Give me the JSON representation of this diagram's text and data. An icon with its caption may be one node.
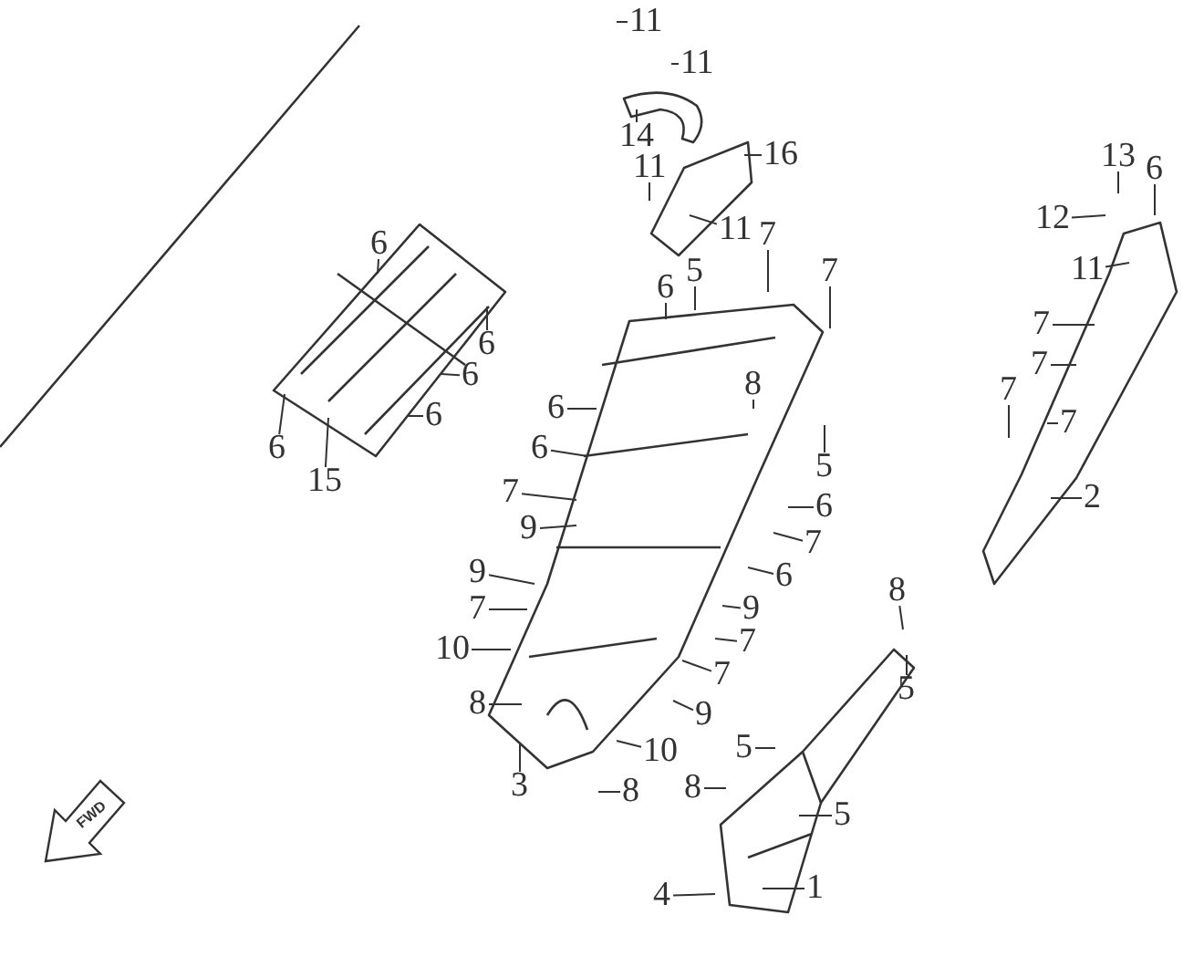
{
  "diagram": {
    "nodes": [
      {
        "text": [
          "11"
        ]
      },
      {
        "text": [
          "11"
        ]
      },
      {
        "text": [
          "14"
        ]
      },
      {
        "text": [
          "16"
        ]
      },
      {
        "text": [
          "11"
        ]
      },
      {
        "text": [
          "13"
        ]
      },
      {
        "text": [
          "6"
        ]
      },
      {
        "text": [
          "12"
        ]
      },
      {
        "text": [
          "11"
        ]
      },
      {
        "text": [
          "6"
        ]
      },
      {
        "text": [
          "11"
        ]
      },
      {
        "text": [
          "7"
        ]
      },
      {
        "text": [
          "5"
        ]
      },
      {
        "text": [
          "7"
        ]
      },
      {
        "text": [
          "6"
        ]
      },
      {
        "text": [
          "7"
        ]
      },
      {
        "text": [
          "6"
        ]
      },
      {
        "text": [
          "6"
        ]
      },
      {
        "text": [
          "7"
        ]
      },
      {
        "text": [
          "7"
        ]
      },
      {
        "text": [
          "8"
        ]
      },
      {
        "text": [
          "6"
        ]
      },
      {
        "text": [
          "7"
        ]
      },
      {
        "text": [
          "6"
        ]
      },
      {
        "text": [
          "6"
        ]
      },
      {
        "text": [
          "6"
        ]
      },
      {
        "text": [
          "15"
        ]
      },
      {
        "text": [
          "5"
        ]
      },
      {
        "text": [
          "7"
        ]
      },
      {
        "text": [
          "2"
        ]
      },
      {
        "text": [
          "9"
        ]
      },
      {
        "text": [
          "6"
        ]
      },
      {
        "text": [
          "7"
        ]
      },
      {
        "text": [
          "6"
        ]
      },
      {
        "text": [
          "9"
        ]
      },
      {
        "text": [
          "9"
        ]
      },
      {
        "text": [
          "7"
        ]
      },
      {
        "text": [
          "8"
        ]
      },
      {
        "text": [
          "7"
        ]
      },
      {
        "text": [
          "10"
        ]
      },
      {
        "text": [
          "7"
        ]
      },
      {
        "text": [
          "8"
        ]
      },
      {
        "text": [
          "9"
        ]
      },
      {
        "text": [
          "5"
        ]
      },
      {
        "text": [
          "10"
        ]
      },
      {
        "text": [
          "8"
        ]
      },
      {
        "text": [
          "3"
        ]
      },
      {
        "text": [
          "5"
        ]
      },
      {
        "text": [
          "8"
        ]
      },
      {
        "text": [
          "5"
        ]
      },
      {
        "text": [
          "1"
        ]
      },
      {
        "text": [
          "4"
        ]
      }
    ],
    "edges": [
      {
        "from": 0,
        "to": null,
        "arrow": "none"
      },
      {
        "from": 1,
        "to": null,
        "arrow": "none"
      },
      {
        "from": 2,
        "to": null,
        "arrow": "none"
      },
      {
        "from": 3,
        "to": null,
        "arrow": "none"
      },
      {
        "from": 4,
        "to": null,
        "arrow": "none"
      },
      {
        "from": 5,
        "to": null,
        "arrow": "none"
      },
      {
        "from": 6,
        "to": null,
        "arrow": "none"
      },
      {
        "from": 7,
        "to": null,
        "arrow": "none"
      },
      {
        "from": 8,
        "to": null,
        "arrow": "none"
      },
      {
        "from": 9,
        "to": null,
        "arrow": "none"
      },
      {
        "from": 10,
        "to": null,
        "arrow": "none"
      },
      {
        "from": 11,
        "to": null,
        "arrow": "none"
      },
      {
        "from": 12,
        "to": null,
        "arrow": "none"
      },
      {
        "from": 13,
        "to": null,
        "arrow": "none"
      },
      {
        "from": 14,
        "to": null,
        "arrow": "none"
      },
      {
        "from": 15,
        "to": null,
        "arrow": "none"
      },
      {
        "from": 16,
        "to": null,
        "arrow": "none"
      },
      {
        "from": 17,
        "to": null,
        "arrow": "none"
      },
      {
        "from": 18,
        "to": null,
        "arrow": "none"
      },
      {
        "from": 19,
        "to": null,
        "arrow": "none"
      },
      {
        "from": 20,
        "to": null,
        "arrow": "none"
      },
      {
        "from": 21,
        "to": null,
        "arrow": "none"
      },
      {
        "from": 22,
        "to": null,
        "arrow": "none"
      },
      {
        "from": 23,
        "to": null,
        "arrow": "none"
      },
      {
        "from": 24,
        "to": null,
        "arrow": "none"
      },
      {
        "from": 25,
        "to": null,
        "arrow": "none"
      },
      {
        "from": 26,
        "to": null,
        "arrow": "none"
      },
      {
        "from": 27,
        "to": null,
        "arrow": "none"
      },
      {
        "from": 28,
        "to": null,
        "arrow": "none"
      },
      {
        "from": 29,
        "to": null,
        "arrow": "none"
      },
      {
        "from": 30,
        "to": null,
        "arrow": "none"
      },
      {
        "from": 31,
        "to": null,
        "arrow": "none"
      },
      {
        "from": 32,
        "to": null,
        "arrow": "none"
      },
      {
        "from": 33,
        "to": null,
        "arrow": "none"
      },
      {
        "from": 34,
        "to": null,
        "arrow": "none"
      },
      {
        "from": 35,
        "to": null,
        "arrow": "none"
      },
      {
        "from": 36,
        "to": null,
        "arrow": "none"
      },
      {
        "from": 37,
        "to": null,
        "arrow": "none"
      },
      {
        "from": 38,
        "to": null,
        "arrow": "none"
      },
      {
        "from": 39,
        "to": null,
        "arrow": "none"
      },
      {
        "from": 40,
        "to": null,
        "arrow": "none"
      },
      {
        "from": 41,
        "to": null,
        "arrow": "none"
      },
      {
        "from": 42,
        "to": null,
        "arrow": "none"
      },
      {
        "from": 43,
        "to": null,
        "arrow": "none"
      },
      {
        "from": 44,
        "to": null,
        "arrow": "none"
      },
      {
        "from": 45,
        "to": null,
        "arrow": "none"
      },
      {
        "from": 46,
        "to": null,
        "arrow": "none"
      },
      {
        "from": 47,
        "to": null,
        "arrow": "none"
      },
      {
        "from": 48,
        "to": null,
        "arrow": "none"
      },
      {
        "from": 49,
        "to": null,
        "arrow": "none"
      },
      {
        "from": 50,
        "to": null,
        "arrow": "none"
      },
      {
        "from": 51,
        "to": null,
        "arrow": "none"
      }
    ],
    "labels": [
      "FWD"
    ]
  }
}
